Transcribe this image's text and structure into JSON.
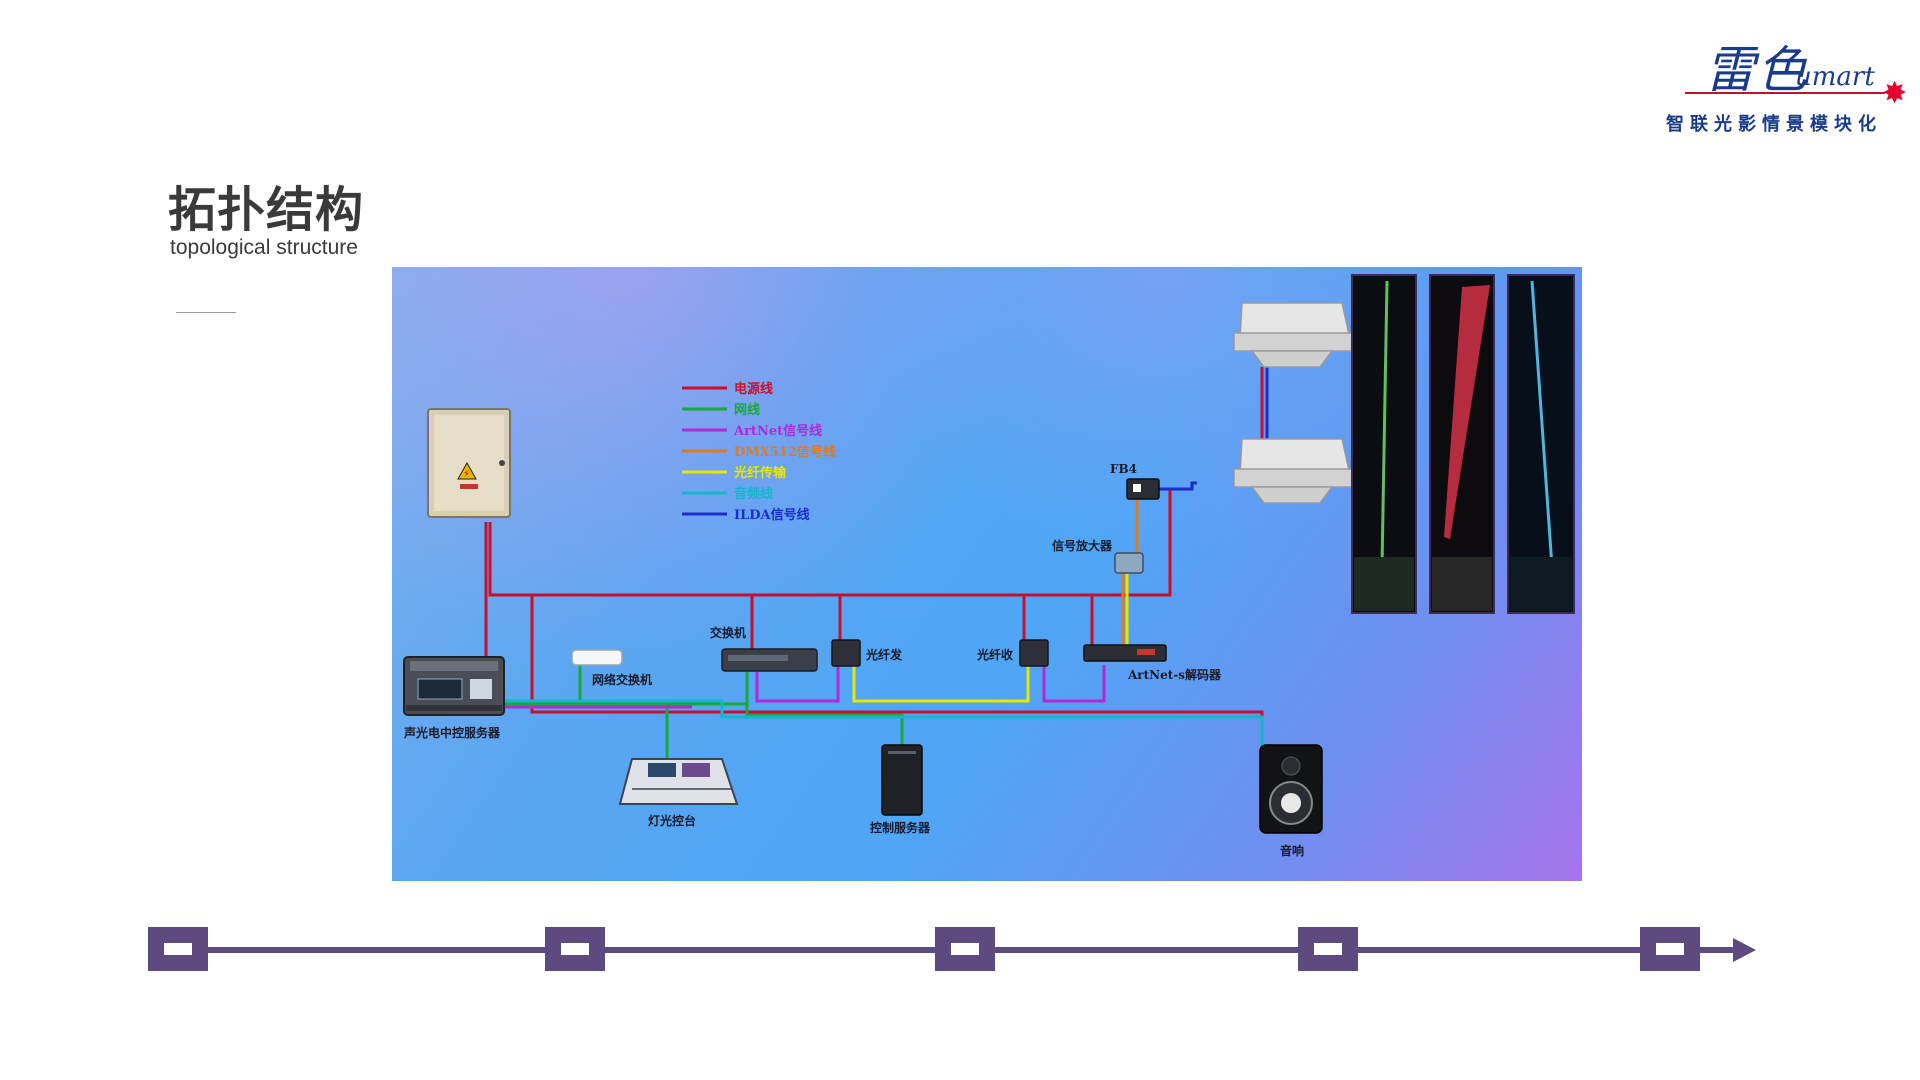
{
  "logo": {
    "glyphs": "雷色",
    "brand": "umart",
    "slogan": "智联光影情景模块化",
    "colors": {
      "text": "#1a3b8c",
      "accent": "#e4002b"
    }
  },
  "heading": {
    "title": "拓扑结构",
    "subtitle": "topological structure"
  },
  "diagram": {
    "legend": [
      {
        "label": "电源线",
        "color": "#c8102e"
      },
      {
        "label": "网线",
        "color": "#1aa83a"
      },
      {
        "label": "ArtNet信号线",
        "color": "#b02bd6"
      },
      {
        "label": "DMX512信号线",
        "color": "#e07a1f"
      },
      {
        "label": "光纤传输",
        "color": "#e6e600"
      },
      {
        "label": "音频线",
        "color": "#16b6c8"
      },
      {
        "label": "ILDA信号线",
        "color": "#1a2fc9"
      }
    ],
    "devices": {
      "av_server": "声光电中控服务器",
      "net_switch": "网络交换机",
      "switch": "交换机",
      "fiber_tx": "光纤发",
      "fiber_rx": "光纤收",
      "artnet_decoder": "ArtNet-s解码器",
      "signal_amp": "信号放大器",
      "fb4": "FB4",
      "lighting_console": "灯光控台",
      "control_server": "控制服务器",
      "speaker": "音响"
    },
    "electrical_box_sign": "⚡"
  },
  "timeline": {
    "node_count": 5,
    "color": "#5c4a80"
  }
}
